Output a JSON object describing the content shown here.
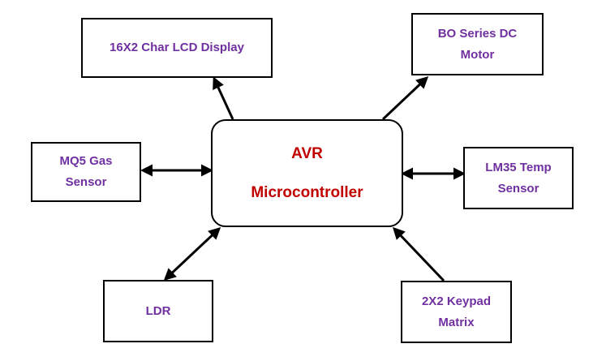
{
  "center": {
    "title": "AVR",
    "subtitle": "Microcontroller",
    "text_color": "#c00000"
  },
  "blocks": {
    "lcd": "16X2 Char LCD Display",
    "motor": "BO Series DC\nMotor",
    "gas": "MQ5 Gas\nSensor",
    "temp": "LM35 Temp\nSensor",
    "ldr": "LDR",
    "keypad": "2X2 Keypad\nMatrix",
    "text_color": "#7030a0"
  },
  "connections": [
    {
      "from": "microcontroller",
      "to": "lcd",
      "direction": "one-way"
    },
    {
      "from": "microcontroller",
      "to": "motor",
      "direction": "one-way"
    },
    {
      "from": "microcontroller",
      "to": "gas",
      "direction": "two-way"
    },
    {
      "from": "microcontroller",
      "to": "temp",
      "direction": "two-way"
    },
    {
      "from": "microcontroller",
      "to": "ldr",
      "direction": "two-way"
    },
    {
      "from": "keypad",
      "to": "microcontroller",
      "direction": "one-way"
    }
  ]
}
